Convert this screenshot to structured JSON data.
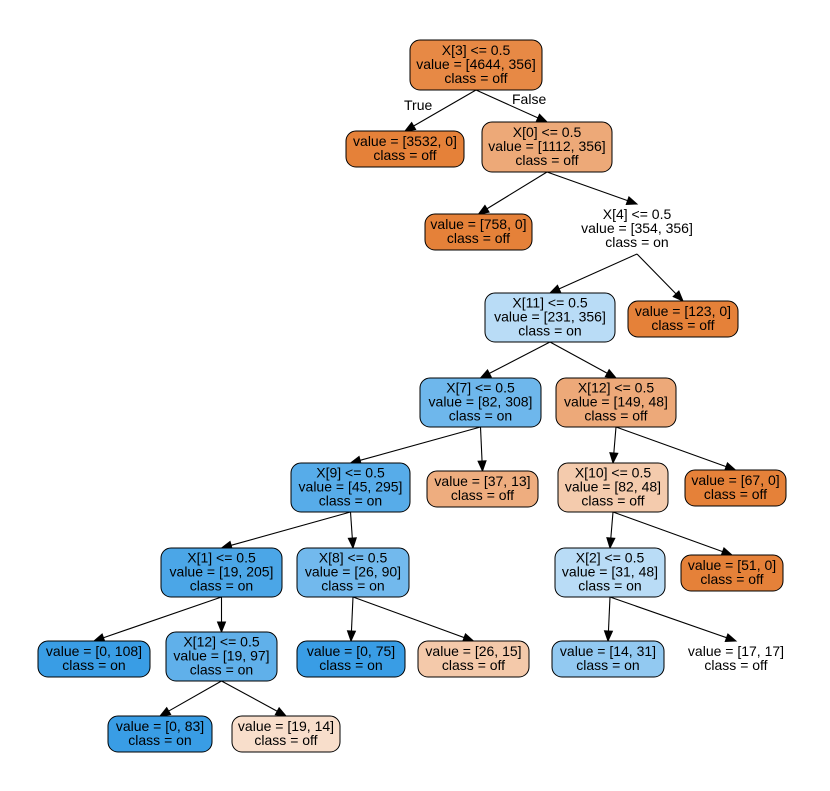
{
  "tree": {
    "nodes": [
      {
        "id": "n0",
        "lines": [
          "X[3] <= 0.5",
          "value = [4644, 356]",
          "class = off"
        ],
        "fill": "#e78945",
        "shape": "box"
      },
      {
        "id": "n1",
        "lines": [
          "value = [3532, 0]",
          "class = off"
        ],
        "fill": "#e58139",
        "shape": "box"
      },
      {
        "id": "n2",
        "lines": [
          "X[0] <= 0.5",
          "value = [1112, 356]",
          "class = off"
        ],
        "fill": "#eda978",
        "shape": "box"
      },
      {
        "id": "n3",
        "lines": [
          "value = [758, 0]",
          "class = off"
        ],
        "fill": "#e58139",
        "shape": "box"
      },
      {
        "id": "n4",
        "lines": [
          "X[4] <= 0.5",
          "value = [354, 356]",
          "class = on"
        ],
        "fill": "#ffffff",
        "shape": "plain"
      },
      {
        "id": "n5",
        "lines": [
          "X[11] <= 0.5",
          "value = [231, 356]",
          "class = on"
        ],
        "fill": "#b9dcf6",
        "shape": "box"
      },
      {
        "id": "n6",
        "lines": [
          "value = [123, 0]",
          "class = off"
        ],
        "fill": "#e58139",
        "shape": "box"
      },
      {
        "id": "n7",
        "lines": [
          "X[7] <= 0.5",
          "value = [82, 308]",
          "class = on"
        ],
        "fill": "#6eb7ec",
        "shape": "box"
      },
      {
        "id": "n8",
        "lines": [
          "X[12] <= 0.5",
          "value = [149, 48]",
          "class = off"
        ],
        "fill": "#eda979",
        "shape": "box"
      },
      {
        "id": "n9",
        "lines": [
          "X[9] <= 0.5",
          "value = [45, 295]",
          "class = on"
        ],
        "fill": "#57ace9",
        "shape": "box"
      },
      {
        "id": "n10",
        "lines": [
          "value = [37, 13]",
          "class = off"
        ],
        "fill": "#eead7f",
        "shape": "box"
      },
      {
        "id": "n11",
        "lines": [
          "X[10] <= 0.5",
          "value = [82, 48]",
          "class = off"
        ],
        "fill": "#f4cbad",
        "shape": "box"
      },
      {
        "id": "n12",
        "lines": [
          "value = [67, 0]",
          "class = off"
        ],
        "fill": "#e58139",
        "shape": "box"
      },
      {
        "id": "n13",
        "lines": [
          "X[1] <= 0.5",
          "value = [19, 205]",
          "class = on"
        ],
        "fill": "#4ba6e7",
        "shape": "box"
      },
      {
        "id": "n14",
        "lines": [
          "X[8] <= 0.5",
          "value = [26, 90]",
          "class = on"
        ],
        "fill": "#72b9ed",
        "shape": "box"
      },
      {
        "id": "n15",
        "lines": [
          "X[2] <= 0.5",
          "value = [31, 48]",
          "class = on"
        ],
        "fill": "#b9dcf6",
        "shape": "box"
      },
      {
        "id": "n16",
        "lines": [
          "value = [51, 0]",
          "class = off"
        ],
        "fill": "#e58139",
        "shape": "box"
      },
      {
        "id": "n17",
        "lines": [
          "value = [0, 108]",
          "class = on"
        ],
        "fill": "#399de5",
        "shape": "box"
      },
      {
        "id": "n18",
        "lines": [
          "X[12] <= 0.5",
          "value = [19, 97]",
          "class = on"
        ],
        "fill": "#60b0ea",
        "shape": "box"
      },
      {
        "id": "n19",
        "lines": [
          "value = [0, 75]",
          "class = on"
        ],
        "fill": "#399de5",
        "shape": "box"
      },
      {
        "id": "n20",
        "lines": [
          "value = [26, 15]",
          "class = off"
        ],
        "fill": "#f4c9aa",
        "shape": "box"
      },
      {
        "id": "n21",
        "lines": [
          "value = [14, 31]",
          "class = on"
        ],
        "fill": "#92c9f1",
        "shape": "box"
      },
      {
        "id": "n22",
        "lines": [
          "value = [17, 17]",
          "class = off"
        ],
        "fill": "#ffffff",
        "shape": "plain"
      },
      {
        "id": "n23",
        "lines": [
          "value = [0, 83]",
          "class = on"
        ],
        "fill": "#399de5",
        "shape": "box"
      },
      {
        "id": "n24",
        "lines": [
          "value = [19, 14]",
          "class = off"
        ],
        "fill": "#f8decb",
        "shape": "box"
      }
    ],
    "edges": [
      {
        "from": "n0",
        "to": "n1",
        "label": "True"
      },
      {
        "from": "n0",
        "to": "n2",
        "label": "False"
      },
      {
        "from": "n2",
        "to": "n3",
        "label": ""
      },
      {
        "from": "n2",
        "to": "n4",
        "label": ""
      },
      {
        "from": "n4",
        "to": "n5",
        "label": ""
      },
      {
        "from": "n4",
        "to": "n6",
        "label": ""
      },
      {
        "from": "n5",
        "to": "n7",
        "label": ""
      },
      {
        "from": "n5",
        "to": "n8",
        "label": ""
      },
      {
        "from": "n7",
        "to": "n9",
        "label": ""
      },
      {
        "from": "n7",
        "to": "n10",
        "label": ""
      },
      {
        "from": "n8",
        "to": "n11",
        "label": ""
      },
      {
        "from": "n8",
        "to": "n12",
        "label": ""
      },
      {
        "from": "n9",
        "to": "n13",
        "label": ""
      },
      {
        "from": "n9",
        "to": "n14",
        "label": ""
      },
      {
        "from": "n11",
        "to": "n15",
        "label": ""
      },
      {
        "from": "n11",
        "to": "n16",
        "label": ""
      },
      {
        "from": "n13",
        "to": "n17",
        "label": ""
      },
      {
        "from": "n13",
        "to": "n18",
        "label": ""
      },
      {
        "from": "n14",
        "to": "n19",
        "label": ""
      },
      {
        "from": "n14",
        "to": "n20",
        "label": ""
      },
      {
        "from": "n15",
        "to": "n21",
        "label": ""
      },
      {
        "from": "n15",
        "to": "n22",
        "label": ""
      },
      {
        "from": "n18",
        "to": "n23",
        "label": ""
      },
      {
        "from": "n18",
        "to": "n24",
        "label": ""
      }
    ]
  }
}
